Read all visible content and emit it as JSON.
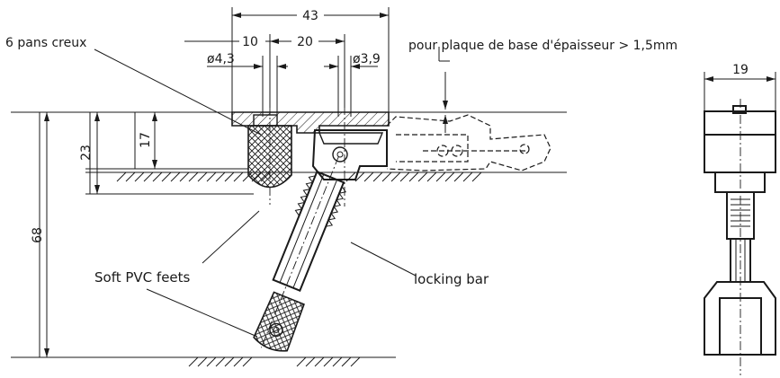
{
  "dimensions": {
    "total_width": "43",
    "offset_left": "10",
    "offset_mid": "20",
    "dia_left": "ø4,3",
    "dia_right": "ø3,9",
    "height_23": "23",
    "height_17": "17",
    "height_68": "68",
    "side_width": "19"
  },
  "labels": {
    "hex_socket": "6 pans creux",
    "base_plate_note": "pour plaque de base d'épaisseur > 1,5mm",
    "pvc_feet": "Soft PVC feets",
    "locking_bar": "locking bar"
  }
}
